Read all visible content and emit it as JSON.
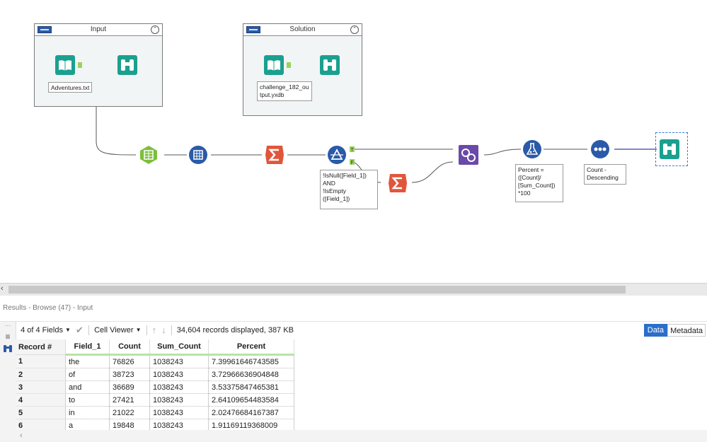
{
  "canvas": {
    "containers": [
      {
        "id": "input",
        "title": "Input"
      },
      {
        "id": "solution",
        "title": "Solution"
      }
    ],
    "annotations": {
      "input_file": "Adventures.txt",
      "solution_file": "challenge_182_ou\ntput.yxdb",
      "filter_expr": "!IsNull([Field_1])\nAND\n!IsEmpty\n([Field_1])",
      "formula": "Percent =\n([Count]/\n[Sum_Count])\n*100",
      "sort": "Count -\nDescending"
    },
    "colors": {
      "input_tool": "#1aa08f",
      "browse_tool": "#1aa08f",
      "text_to_columns": "#7cbf3c",
      "parse_tool": "#2a5aa8",
      "summarize": "#e0563c",
      "filter": "#2a5aa8",
      "join": "#6a49a8",
      "formula": "#2a5aa8",
      "sort": "#2a5aa8"
    }
  },
  "results": {
    "title": "Results - Browse (47) - Input",
    "fields_selector": "4 of 4 Fields",
    "cell_viewer": "Cell Viewer",
    "records_info": "34,604 records displayed, 387 KB",
    "view_data": "Data",
    "view_metadata": "Metadata",
    "columns": [
      "Record #",
      "Field_1",
      "Count",
      "Sum_Count",
      "Percent"
    ],
    "rows": [
      [
        "1",
        "the",
        "76826",
        "1038243",
        "7.39961646743585"
      ],
      [
        "2",
        "of",
        "38723",
        "1038243",
        "3.72966636904848"
      ],
      [
        "3",
        "and",
        "36689",
        "1038243",
        "3.53375847465381"
      ],
      [
        "4",
        "to",
        "27421",
        "1038243",
        "2.64109654483584"
      ],
      [
        "5",
        "in",
        "21022",
        "1038243",
        "2.02476684167387"
      ],
      [
        "6",
        "a",
        "19848",
        "1038243",
        "1.91169119368009"
      ]
    ]
  }
}
